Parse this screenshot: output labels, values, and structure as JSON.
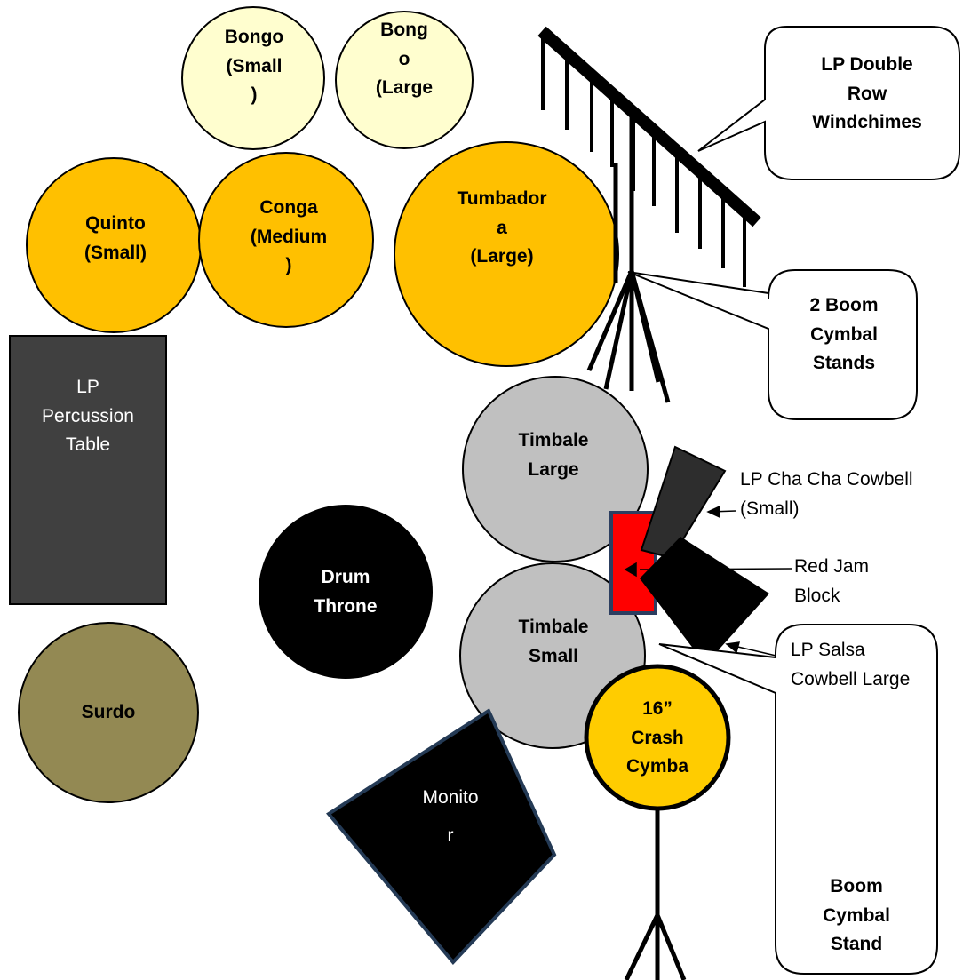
{
  "colors": {
    "bongo": "#fffecf",
    "conga": "#ffc000",
    "timbale": "#c0c0c0",
    "surdo": "#938953",
    "table": "#404040",
    "monitor": "#000000",
    "monitor_border": "#243a55",
    "crash": "#ffcc00",
    "jam_block": "#ff0000",
    "jam_block_border": "#2c3e60"
  },
  "items": {
    "bongo_small": [
      "Bongo",
      "(Small",
      ")"
    ],
    "bongo_large": [
      "Bong",
      "o",
      "(Large"
    ],
    "quinto": [
      "Quinto",
      "(Small)"
    ],
    "conga": [
      "Conga",
      "(Medium",
      ")"
    ],
    "tumbadora": [
      "Tumbador",
      "a",
      "(Large)"
    ],
    "table": [
      "LP",
      "Percussion",
      "Table"
    ],
    "timbale_large": [
      "Timbale",
      "Large"
    ],
    "timbale_small": [
      "Timbale",
      "Small"
    ],
    "drum_throne": [
      "Drum",
      "Throne"
    ],
    "surdo": [
      "Surdo"
    ],
    "monitor": [
      "Monito",
      "r"
    ],
    "crash": [
      "16”",
      "Crash",
      "Cymba"
    ]
  },
  "callouts": {
    "windchimes": [
      "LP Double",
      "Row",
      "Windchimes"
    ],
    "boom_stands": [
      "2 Boom",
      "Cymbal",
      "Stands"
    ],
    "boom_stand": [
      "Boom",
      "Cymbal",
      "Stand"
    ]
  },
  "side_labels": {
    "cha_cha": [
      "LP Cha Cha Cowbell",
      "(Small)"
    ],
    "jam_block": [
      "Red Jam",
      "Block"
    ],
    "salsa": [
      "LP Salsa",
      "Cowbell Large"
    ]
  }
}
